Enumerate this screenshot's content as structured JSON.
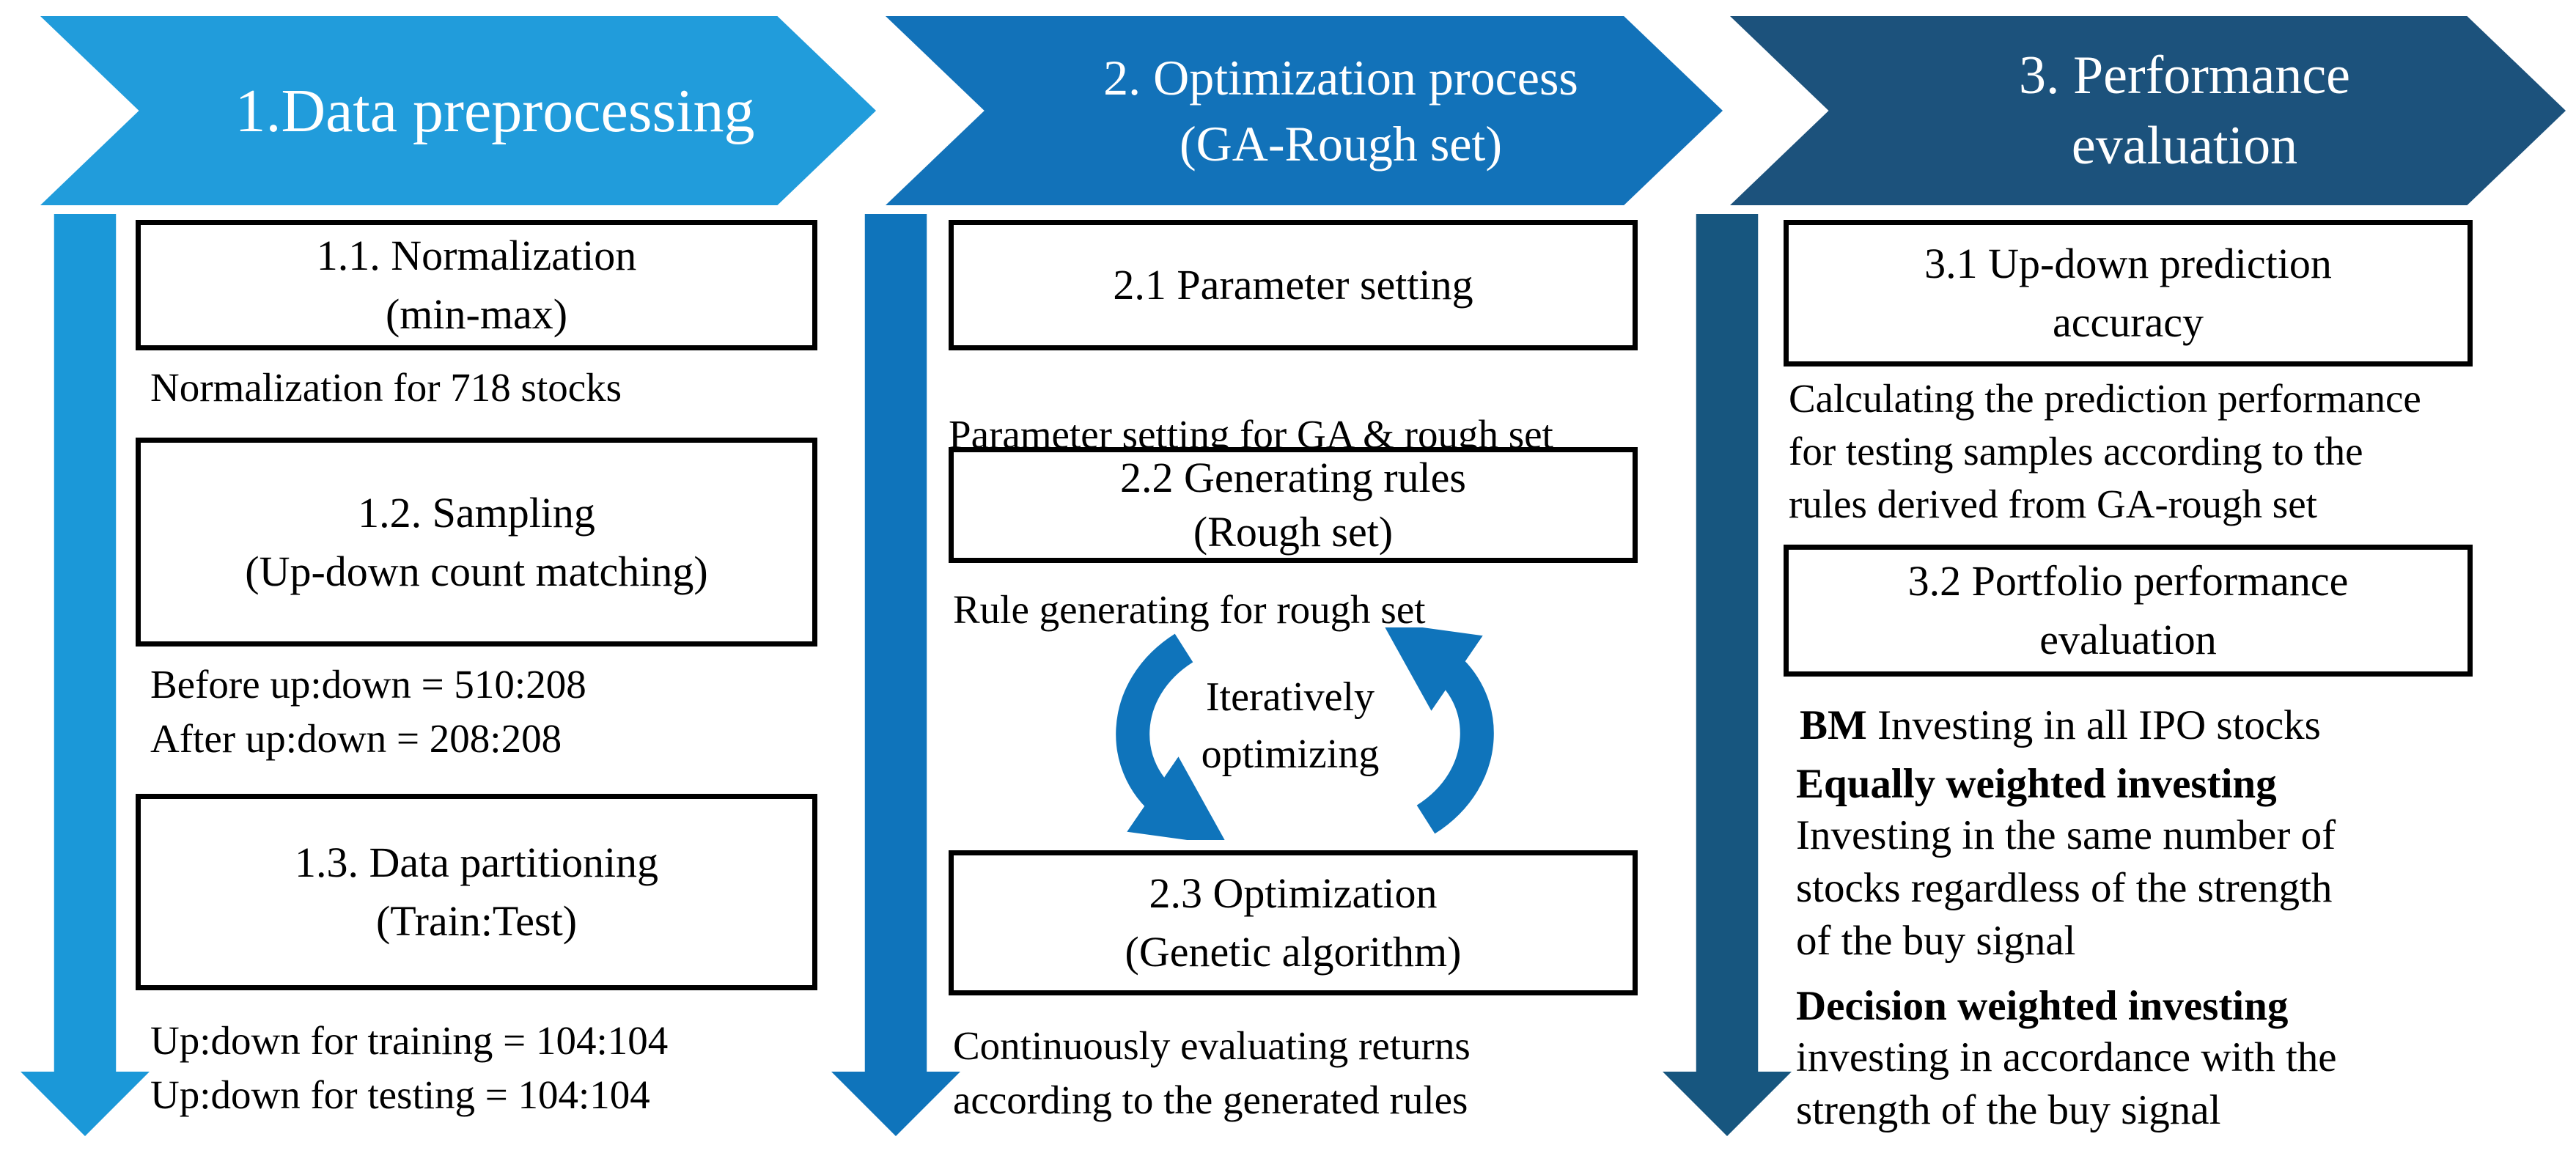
{
  "colors": {
    "stage1": "#219CDB",
    "stage2": "#1272B9",
    "stage3": "#1C527C",
    "down1": "#1B98D8",
    "down2": "#0F74BB",
    "down3": "#17567F"
  },
  "header": {
    "stage1": "1.Data preprocessing",
    "stage2_line1": "2. Optimization process",
    "stage2_line2": "(GA-Rough set)",
    "stage3_line1": "3. Performance",
    "stage3_line2": "evaluation"
  },
  "col1": {
    "box11_line1": "1.1. Normalization",
    "box11_line2": "(min-max)",
    "caption11": "Normalization for 718 stocks",
    "box12_line1": "1.2. Sampling",
    "box12_line2": "(Up-down count matching)",
    "caption12_line1": "Before up:down = 510:208",
    "caption12_line2": "After up:down = 208:208",
    "box13_line1": "1.3. Data partitioning",
    "box13_line2": "(Train:Test)",
    "caption13_line1": "Up:down for training = 104:104",
    "caption13_line2": "Up:down for testing = 104:104"
  },
  "col2": {
    "box21": "2.1 Parameter setting",
    "caption21": "Parameter setting for GA & rough set",
    "box22_line1": "2.2 Generating rules",
    "box22_line2": "(Rough set)",
    "caption22": "Rule generating for rough set",
    "cycle_line1": "Iteratively",
    "cycle_line2": "optimizing",
    "box23_line1": "2.3 Optimization",
    "box23_line2": "(Genetic algorithm)",
    "caption23_line1": "Continuously evaluating returns",
    "caption23_line2": "according to the generated rules"
  },
  "col3": {
    "box31_line1": "3.1 Up-down prediction",
    "box31_line2": "accuracy",
    "caption31_line1": "Calculating the prediction performance",
    "caption31_line2": "for testing samples according to the",
    "caption31_line3": "rules derived from GA-rough set",
    "box32_line1": "3.2 Portfolio performance",
    "box32_line2": "evaluation",
    "bm_label": "BM",
    "bm_text": " Investing in all IPO stocks",
    "equal_title": "Equally weighted investing",
    "equal_line1": "Investing in the same number of",
    "equal_line2": "stocks regardless of the strength",
    "equal_line3": "of the buy signal",
    "decision_title": "Decision weighted investing",
    "decision_line1": "investing in accordance with the",
    "decision_line2": "strength of the buy signal"
  }
}
